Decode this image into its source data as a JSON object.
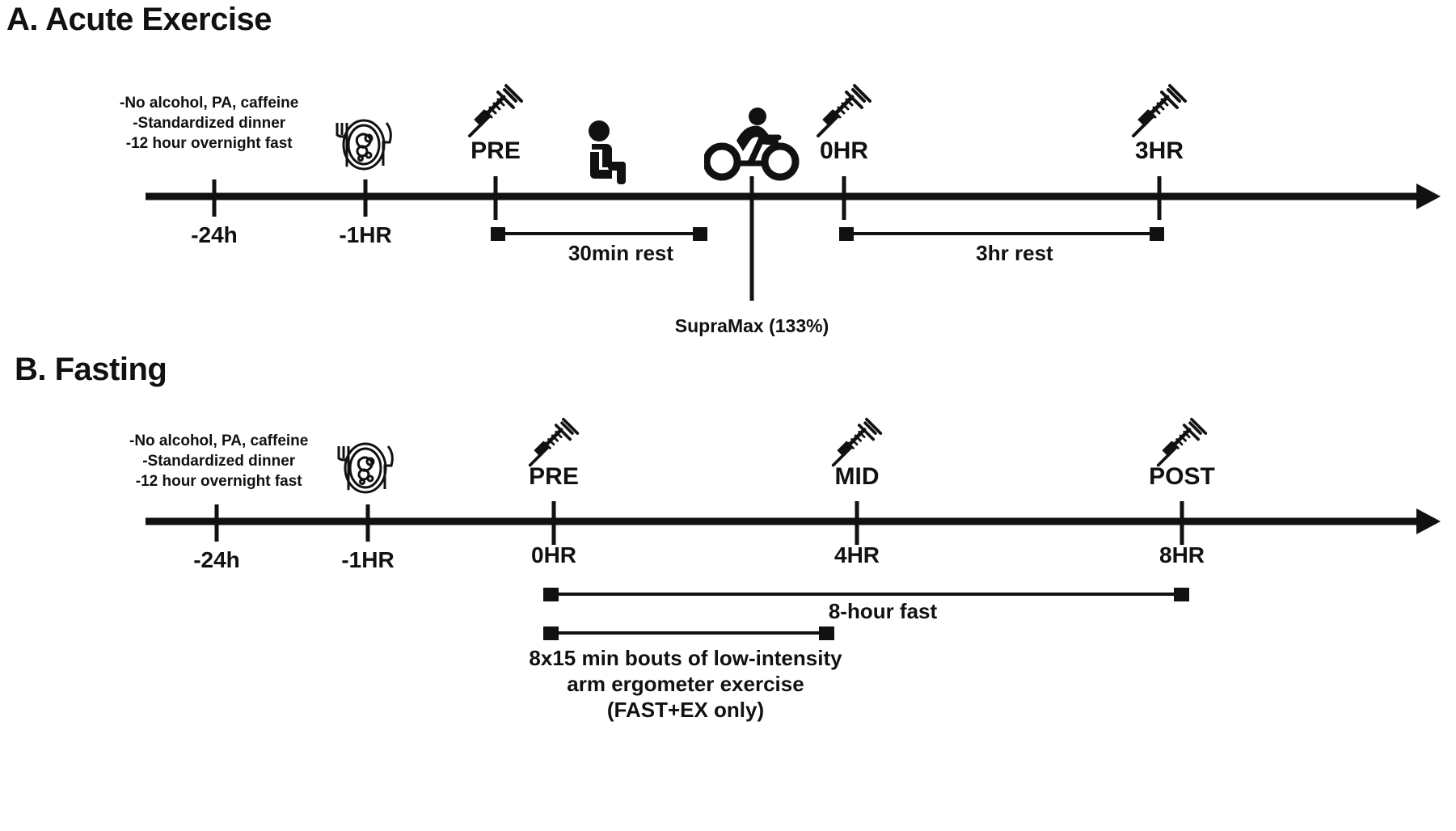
{
  "figure": {
    "background_color": "#ffffff",
    "ink_color": "#111111"
  },
  "panels": [
    {
      "id": "panel-a",
      "title": "A. Acute Exercise",
      "prep_note": [
        "-No alcohol, PA, caffeine",
        "-Standardized dinner",
        "-12 hour overnight fast"
      ],
      "axis": {
        "start_label": "",
        "end_label": "",
        "arrow": true
      },
      "ticks": [
        {
          "name": "tick--24h",
          "label": "-24h"
        },
        {
          "name": "tick--1hr",
          "label": "-1HR"
        },
        {
          "name": "tick-pre",
          "label": ""
        },
        {
          "name": "tick-exercise",
          "label": ""
        },
        {
          "name": "tick-0hr",
          "label": ""
        },
        {
          "name": "tick-3hr",
          "label": ""
        }
      ],
      "markers": [
        {
          "name": "marker-pre",
          "label": "PRE",
          "icon": "syringe-icon"
        },
        {
          "name": "marker-0hr",
          "label": "0HR",
          "icon": "syringe-icon"
        },
        {
          "name": "marker-3hr",
          "label": "3HR",
          "icon": "syringe-icon"
        }
      ],
      "icons": [
        {
          "name": "meal-plate-icon",
          "label": "meal-plate-icon"
        },
        {
          "name": "seated-person-icon",
          "label": "seated-person-icon"
        },
        {
          "name": "cyclist-icon",
          "label": "cyclist-icon"
        }
      ],
      "brackets": [
        {
          "name": "bracket-30min-rest",
          "label": "30min rest"
        },
        {
          "name": "bracket-3hr-rest",
          "label": "3hr rest"
        }
      ],
      "annotations": [
        {
          "name": "annotation-supramax",
          "label": "SupraMax (133%)"
        }
      ]
    },
    {
      "id": "panel-b",
      "title": "B. Fasting",
      "prep_note": [
        "-No alcohol, PA, caffeine",
        "-Standardized dinner",
        "-12 hour overnight fast"
      ],
      "axis": {
        "start_label": "",
        "end_label": "",
        "arrow": true
      },
      "ticks": [
        {
          "name": "tick--24h",
          "label": "-24h"
        },
        {
          "name": "tick--1hr",
          "label": "-1HR"
        },
        {
          "name": "tick-0hr",
          "label": "0HR"
        },
        {
          "name": "tick-4hr",
          "label": "4HR"
        },
        {
          "name": "tick-8hr",
          "label": "8HR"
        }
      ],
      "markers": [
        {
          "name": "marker-pre",
          "label": "PRE",
          "icon": "syringe-icon"
        },
        {
          "name": "marker-mid",
          "label": "MID",
          "icon": "syringe-icon"
        },
        {
          "name": "marker-post",
          "label": "POST",
          "icon": "syringe-icon"
        }
      ],
      "icons": [
        {
          "name": "meal-plate-icon",
          "label": "meal-plate-icon"
        }
      ],
      "brackets": [
        {
          "name": "bracket-8-hour-fast",
          "label": "8-hour fast"
        },
        {
          "name": "bracket-arm-ergometer",
          "label": "8x15 min bouts of low-intensity",
          "label_line2": "arm ergometer exercise",
          "label_line3": "(FAST+EX only)"
        }
      ]
    }
  ],
  "panel_a": {
    "title": "A. Acute Exercise",
    "note_line1": "-No alcohol, PA, caffeine",
    "note_line2": "-Standardized dinner",
    "note_line3": "-12 hour overnight fast",
    "tick_24h": "-24h",
    "tick_1hr": "-1HR",
    "label_pre": "PRE",
    "label_0hr": "0HR",
    "label_3hr": "3HR",
    "bracket_30min": "30min rest",
    "bracket_3hr": "3hr rest",
    "annotation_supramax": "SupraMax (133%)"
  },
  "panel_b": {
    "title": "B. Fasting",
    "note_line1": "-No alcohol, PA, caffeine",
    "note_line2": "-Standardized dinner",
    "note_line3": "-12 hour overnight fast",
    "tick_24h": "-24h",
    "tick_1hr": "-1HR",
    "tick_0hr": "0HR",
    "tick_4hr": "4HR",
    "tick_8hr": "8HR",
    "label_pre": "PRE",
    "label_mid": "MID",
    "label_post": "POST",
    "bracket_fast": "8-hour fast",
    "bracket_ex_line1": "8x15 min bouts of low-intensity",
    "bracket_ex_line2": "arm ergometer exercise",
    "bracket_ex_line3": "(FAST+EX only)"
  }
}
